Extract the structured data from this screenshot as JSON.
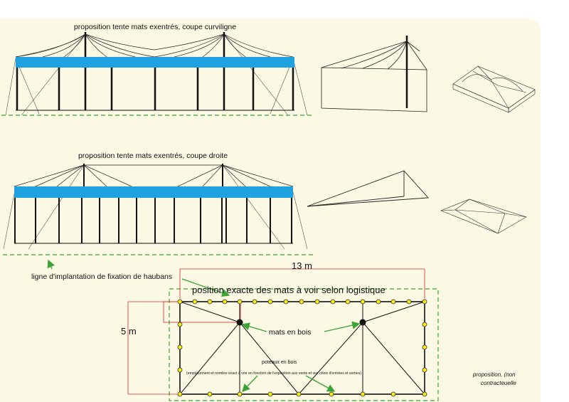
{
  "colors": {
    "background": "#fbf8e4",
    "roof_band": "#1ea3e0",
    "guide_line": "#3aa534",
    "dimension_red": "#d62828",
    "pole_fill": "#f7ea1c",
    "arrow_green": "#3aa534"
  },
  "section_curved": {
    "title": "proposition tente mats exentrés, coupe curviligne"
  },
  "section_straight": {
    "title": "proposition tente mats exentrés, coupe droite"
  },
  "plan": {
    "guy_line_label": "ligne d'implantation de fixation de haubans",
    "length_label": "13 m",
    "width_label": "5 m",
    "mast_position_label": "position exacte des mats à voir selon logistique",
    "masts_label": "mats en bois",
    "posts_title": "poteaux en bois",
    "posts_note": "(emplacement et nombre exact à voir en fonction de l'exposition aux vents et vos choix d'entrées et sorties)",
    "disclaimer_line1": "proposition, (non",
    "disclaimer_line2": "contracteuelle"
  }
}
